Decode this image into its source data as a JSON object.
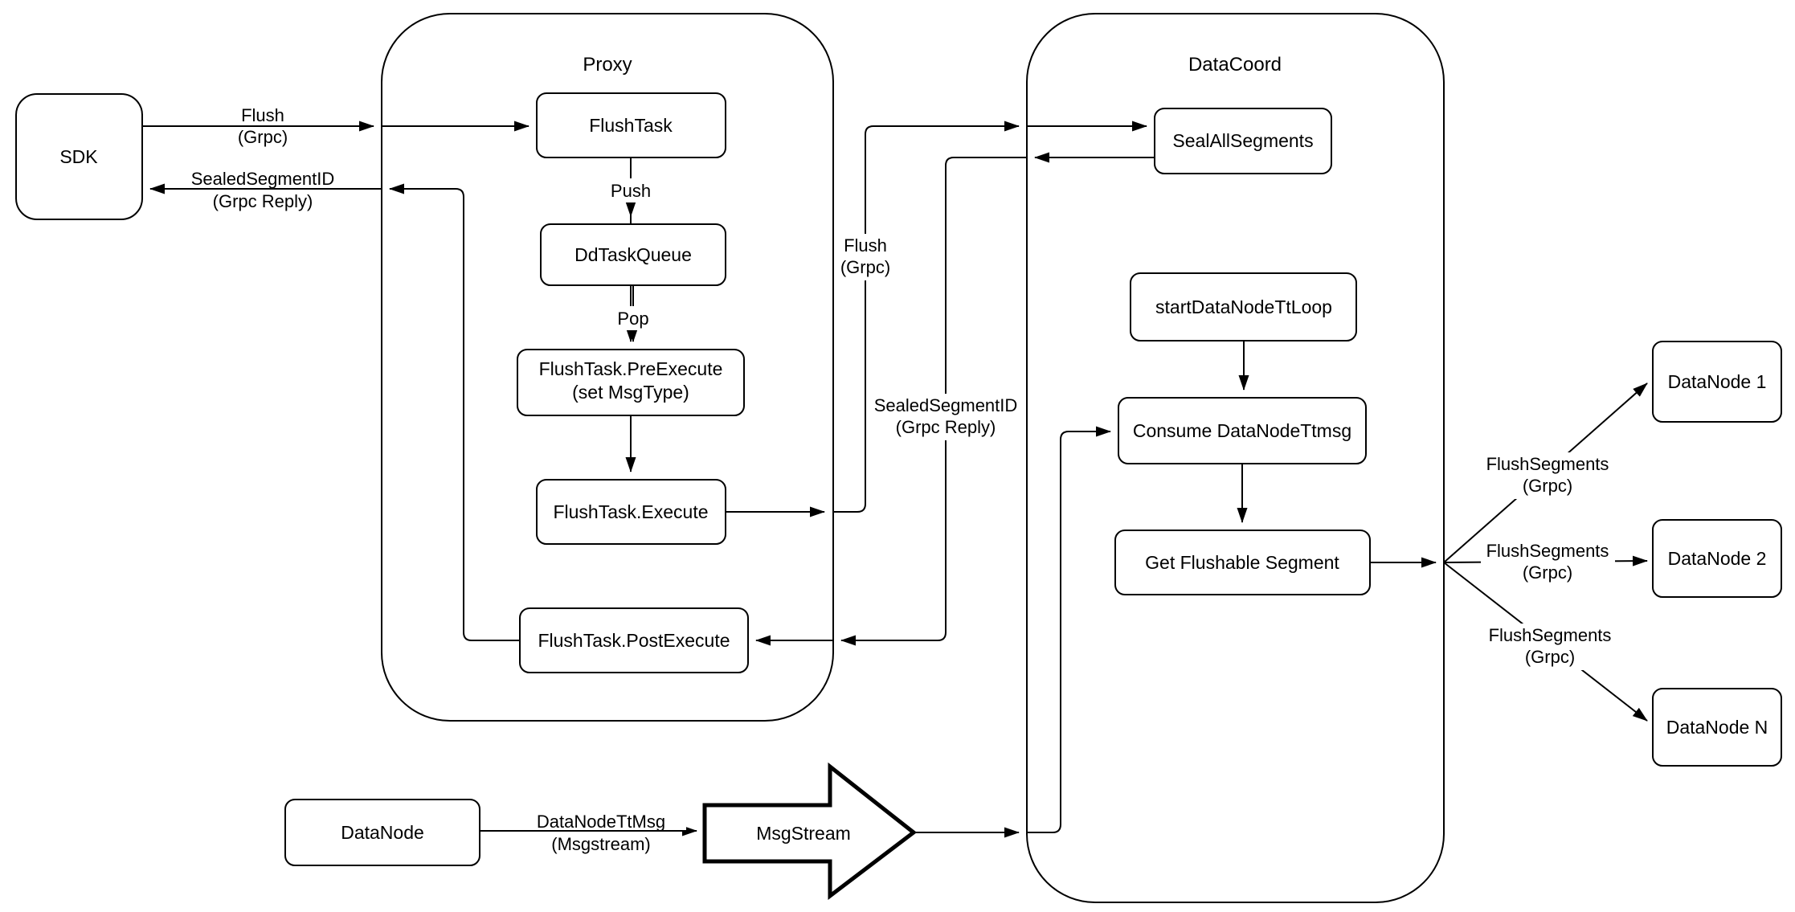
{
  "diagram": {
    "background": "#ffffff",
    "line_color": "#000000",
    "containers": {
      "proxy": {
        "title": "Proxy"
      },
      "datacoord": {
        "title": "DataCoord"
      }
    },
    "nodes": {
      "sdk": {
        "label": "SDK"
      },
      "flush_task": {
        "label": "FlushTask"
      },
      "dd_task_queue": {
        "label": "DdTaskQueue"
      },
      "flush_task_pre_execute": {
        "line1": "FlushTask.PreExecute",
        "line2": "(set MsgType)"
      },
      "flush_task_execute": {
        "label": "FlushTask.Execute"
      },
      "flush_task_post_execute": {
        "label": "FlushTask.PostExecute"
      },
      "seal_all_segments": {
        "label": "SealAllSegments"
      },
      "start_datanode_tt_loop": {
        "label": "startDataNodeTtLoop"
      },
      "consume_datanode_ttmsg": {
        "label": "Consume DataNodeTtmsg"
      },
      "get_flushable_segment": {
        "label": "Get Flushable Segment"
      },
      "datanode_1": {
        "label": "DataNode 1"
      },
      "datanode_2": {
        "label": "DataNode 2"
      },
      "datanode_n": {
        "label": "DataNode N"
      },
      "datanode_source": {
        "label": "DataNode"
      },
      "msgstream": {
        "label": "MsgStream"
      }
    },
    "edge_labels": {
      "sdk_flush": {
        "line1": "Flush",
        "line2": "(Grpc)"
      },
      "sdk_reply": {
        "line1": "SealedSegmentID",
        "line2": "(Grpc Reply)"
      },
      "push": {
        "label": "Push"
      },
      "pop": {
        "label": "Pop"
      },
      "mid_flush": {
        "line1": "Flush",
        "line2": "(Grpc)"
      },
      "mid_reply": {
        "line1": "SealedSegmentID",
        "line2": "(Grpc Reply)"
      },
      "datanode_ttmsg": {
        "line1": "DataNodeTtMsg",
        "line2": "(Msgstream)"
      },
      "flush_segments_1": {
        "line1": "FlushSegments",
        "line2": "(Grpc)"
      },
      "flush_segments_2": {
        "line1": "FlushSegments",
        "line2": "(Grpc)"
      },
      "flush_segments_3": {
        "line1": "FlushSegments",
        "line2": "(Grpc)"
      }
    }
  }
}
